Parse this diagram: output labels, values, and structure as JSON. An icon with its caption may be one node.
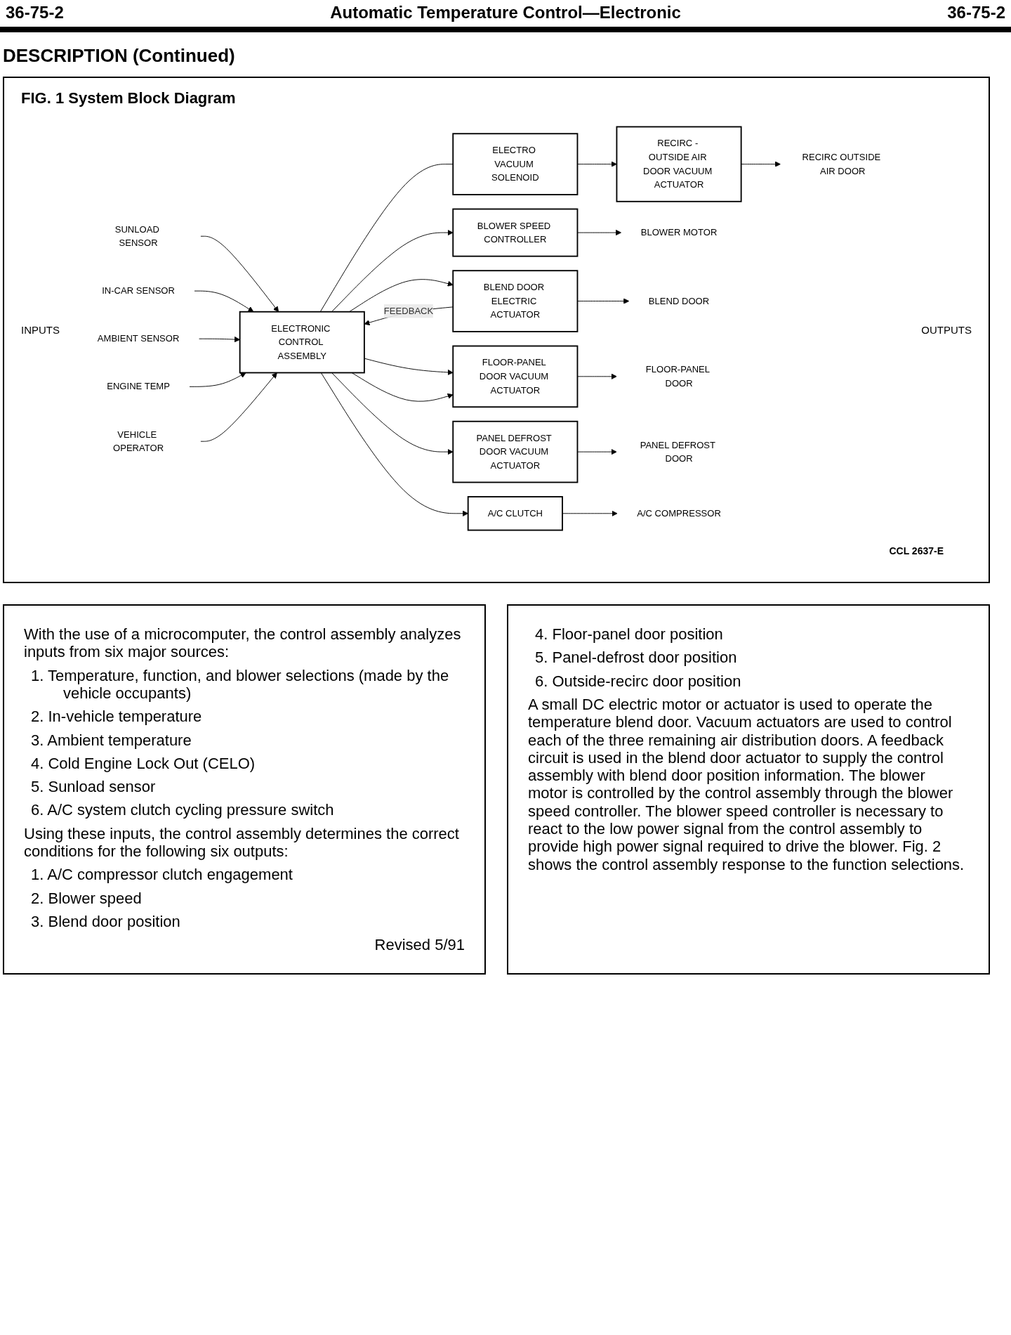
{
  "diagram": {
    "title": "FIG. 1 System Block Diagram",
    "nodes": [
      {
        "text": [
          "SUNLOAD SENSOR"
        ]
      },
      {
        "text": [
          "IN-CAR SENSOR"
        ]
      },
      {
        "text": [
          "AMBIENT SENSOR"
        ]
      },
      {
        "text": [
          "ENGINE TEMP"
        ]
      },
      {
        "text": [
          "VEHICLE OPERATOR"
        ]
      },
      {
        "text": [
          "ELECTRONIC CONTROL ASSEMBLY"
        ]
      },
      {
        "text": [
          "BLOWER SPEED CONTROLLER"
        ]
      },
      {
        "text": [
          "BLEND DOOR ELECTRIC ACTUATOR"
        ]
      },
      {
        "text": [
          "FLOOR-PANEL DOOR VACUUM ACTUATOR"
        ]
      },
      {
        "text": [
          "PANEL DEFROST DOOR VACUUM ACTUATOR"
        ]
      },
      {
        "text": [
          "ELECTRO VACUUM SOLENOID"
        ]
      },
      {
        "text": [
          "RECIRC - OUTSIDE AIR DOOR VACUUM ACTUATOR"
        ]
      },
      {
        "text": [
          "A/C CLUTCH"
        ]
      },
      {
        "text": [
          "BLOWER MOTOR"
        ]
      },
      {
        "text": [
          "BLEND DOOR"
        ]
      },
      {
        "text": [
          "FLOOR-PANEL DOOR"
        ]
      },
      {
        "text": [
          "PANEL DEFROST DOOR"
        ]
      },
      {
        "text": [
          "RECIRC OUTSIDE AIR DOOR"
        ]
      },
      {
        "text": [
          "A/C COMPRESSOR"
        ]
      }
    ],
    "edges": [
      {
        "from": 0,
        "to": 5,
        "arrow": "to"
      },
      {
        "from": 1,
        "to": 5,
        "arrow": "to"
      },
      {
        "from": 2,
        "to": 5,
        "arrow": "to"
      },
      {
        "from": 3,
        "to": 5,
        "arrow": "to"
      },
      {
        "from": 4,
        "to": 5,
        "arrow": "to"
      },
      {
        "from": 5,
        "to": 6,
        "arrow": "to"
      },
      {
        "from": 5,
        "to": 7,
        "arrow": "to"
      },
      {
        "from": 7,
        "to": 5,
        "arrow": "to",
        "label": "FEEDBACK"
      },
      {
        "from": 5,
        "to": 8,
        "arrow": "to"
      },
      {
        "from": 5,
        "to": 8,
        "arrow": "to"
      },
      {
        "from": 5,
        "to": 9,
        "arrow": "to"
      },
      {
        "from": 5,
        "to": 10,
        "arrow": "none"
      },
      {
        "from": 10,
        "to": 11,
        "arrow": "to"
      },
      {
        "from": 5,
        "to": 12,
        "arrow": "to"
      },
      {
        "from": 6,
        "to": 13,
        "arrow": "to"
      },
      {
        "from": 7,
        "to": 14,
        "arrow": "to"
      },
      {
        "from": 8,
        "to": 15,
        "arrow": "to"
      },
      {
        "from": 9,
        "to": 16,
        "arrow": "to"
      },
      {
        "from": 11,
        "to": 17,
        "arrow": "to"
      },
      {
        "from": 12,
        "to": 18,
        "arrow": "to"
      }
    ],
    "labels": [
      "36-75-2",
      "Automatic Temperature Control—Electronic",
      "36-75-2",
      "DESCRIPTION (Continued)",
      "INPUTS",
      "OUTPUTS",
      "CCL 2637-E",
      "With the use of a microcomputer, the control assembly analyzes inputs from six major sources:",
      "1. Temperature, function, and blower selections (made by the vehicle occupants)",
      "2. In-vehicle temperature",
      "3. Ambient temperature",
      "4. Cold Engine Lock Out (CELO)",
      "5. Sunload sensor",
      "6. A/C system clutch cycling pressure switch",
      "Using these inputs, the control assembly determines the correct conditions for the following six outputs:",
      "1. A/C compressor clutch engagement",
      "2. Blower speed",
      "3. Blend door position",
      "Revised 5/91",
      "4. Floor-panel door position",
      "5. Panel-defrost door position",
      "6. Outside-recirc door position",
      "A small DC electric motor or actuator is used to operate the temperature blend door. Vacuum actuators are used to control each of the three remaining air distribution doors. A feedback circuit is used in the blend door actuator to supply the control assembly with blend door position information. The blower motor is controlled by the control assembly through the blower speed controller. The blower speed controller is necessary to react to the low power signal from the control assembly to provide high power signal required to drive the blower. Fig. 2 shows the control assembly response to the function selections."
    ]
  }
}
